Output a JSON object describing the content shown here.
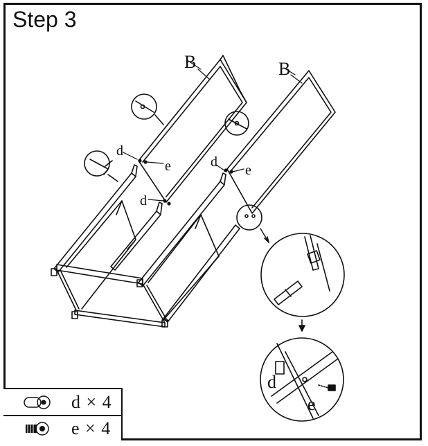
{
  "step": {
    "title": "Step 3"
  },
  "labels": {
    "panel_left": "B",
    "panel_right": "B",
    "d": "d",
    "e": "e"
  },
  "legend": [
    {
      "part": "d",
      "icon": "bolt-icon",
      "text": "d × 4"
    },
    {
      "part": "e",
      "icon": "screw-icon",
      "text": "e × 4"
    }
  ]
}
